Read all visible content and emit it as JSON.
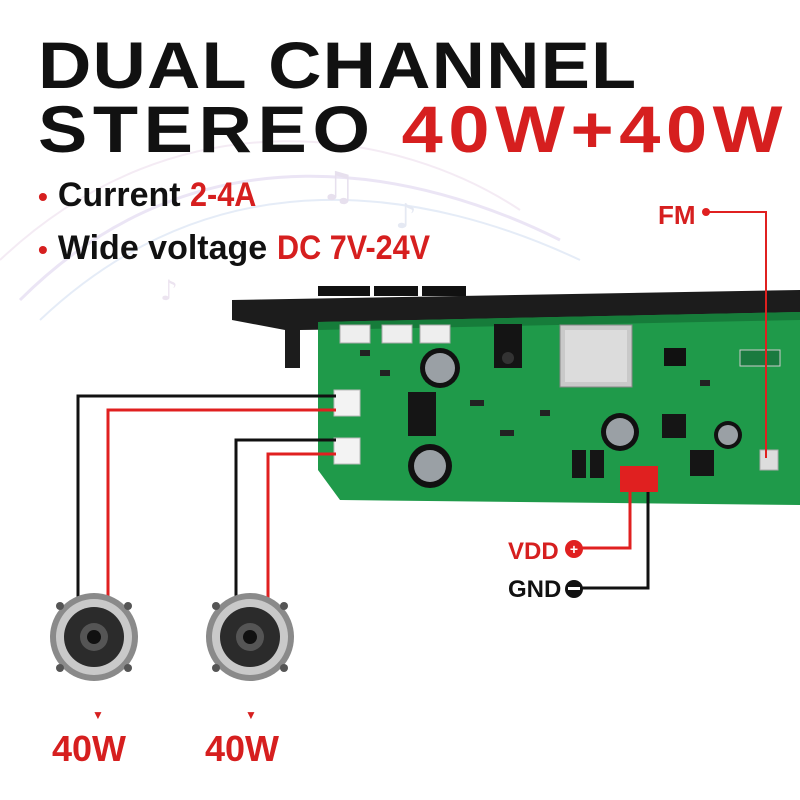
{
  "headline": {
    "line1": "DUAL CHANNEL",
    "line2_prefix": "STEREO ",
    "line2_highlight": "40W+40W"
  },
  "specs": [
    {
      "label": "Current ",
      "value": "2-4A"
    },
    {
      "label": "Wide voltage ",
      "value": "DC 7V-24V"
    }
  ],
  "board_labels": {
    "fm": "FM",
    "vdd": "VDD",
    "gnd": "GND",
    "plus_symbol": "+",
    "minus_symbol": "−"
  },
  "speakers": [
    {
      "power": "40W"
    },
    {
      "power": "40W"
    }
  ],
  "colors": {
    "accent_red": "#d61f1f",
    "text_black": "#111111",
    "pcb_green": "#1f9a4a",
    "wire_red": "#e02020",
    "wire_black": "#111111"
  }
}
